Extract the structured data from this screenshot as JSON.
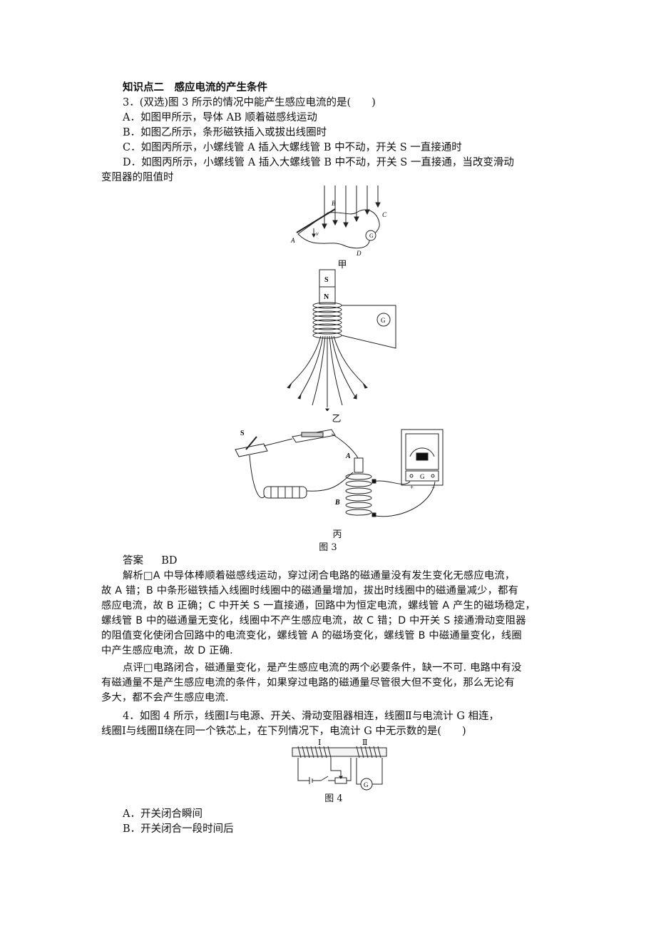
{
  "section": {
    "heading": "知识点二　感应电流的产生条件"
  },
  "q3": {
    "stem": "3．(双选)图 3 所示的情况中能产生感应电流的是(　　)",
    "options": [
      "A．如图甲所示，导体 AB 顺着磁感线运动",
      "B．如图乙所示，条形磁铁插入或拔出线圈时",
      "C．如图丙所示，小螺线管 A 插入大螺线管 B 中不动，开关 S 一直接通时",
      "D．如图丙所示，小螺线管 A 插入大螺线管 B 中不动，开关 S 一直接通，当改变滑动"
    ],
    "option_d_cont": "变阻器的阻值时",
    "fig_a_caption": "甲",
    "fig_b_caption": "乙",
    "fig_c_caption": "丙",
    "figure_caption": "图 3",
    "fig_labels": {
      "A": "A",
      "B": "B",
      "C": "C",
      "D": "D",
      "v": "v",
      "G": "G",
      "S": "S",
      "N": "N",
      "switch_S": "S",
      "coil_A": "A",
      "coil_B": "B",
      "plus": "+",
      "minus": "−"
    },
    "answer_label": "答案",
    "answer_value": "BD",
    "explanation": [
      "解析□A 中导体棒顺着磁感线运动，穿过闭合电路的磁通量没有发生变化无感应电流，",
      "故 A 错；B 中条形磁铁插入线圈时线圈中的磁通量增加，拔出时线圈中的磁通量减少，都有",
      "感应电流，故 B 正确；C 中开关 S 一直接通，回路中为恒定电流，螺线管 A 产生的磁场稳定，",
      "螺线管 B 中的磁通量无变化，线圈中不产生感应电流，故 C 错；D 中开关 S 接通滑动变阻器",
      "的阻值变化使闭合回路中的电流变化，螺线管 A 的磁场变化，螺线管 B 中磁通量变化，线圈",
      "中产生感应电流，故 D 正确."
    ],
    "comment": [
      "点评□电路闭合，磁通量变化，是产生感应电流的两个必要条件，缺一不可. 电路中有没",
      "有磁通量不是产生感应电流的条件，如果穿过电路的磁通量尽管很大但不变化，那么无论有",
      "多大，都不会产生感应电流."
    ]
  },
  "q4": {
    "stem_line1": "4．如图 4 所示，线圈Ⅰ与电源、开关、滑动变阻器相连，线圈Ⅱ与电流计 G 相连，",
    "stem_line2": "线圈Ⅰ与线圈Ⅱ绕在同一个铁芯上，在下列情况下，电流计 G 中无示数的是(　　)",
    "coil1_label": "Ⅰ",
    "coil2_label": "Ⅱ",
    "g_label": "G",
    "figure_caption": "图 4",
    "options": [
      "A．开关闭合瞬间",
      "B．开关闭合一段时间后"
    ]
  }
}
